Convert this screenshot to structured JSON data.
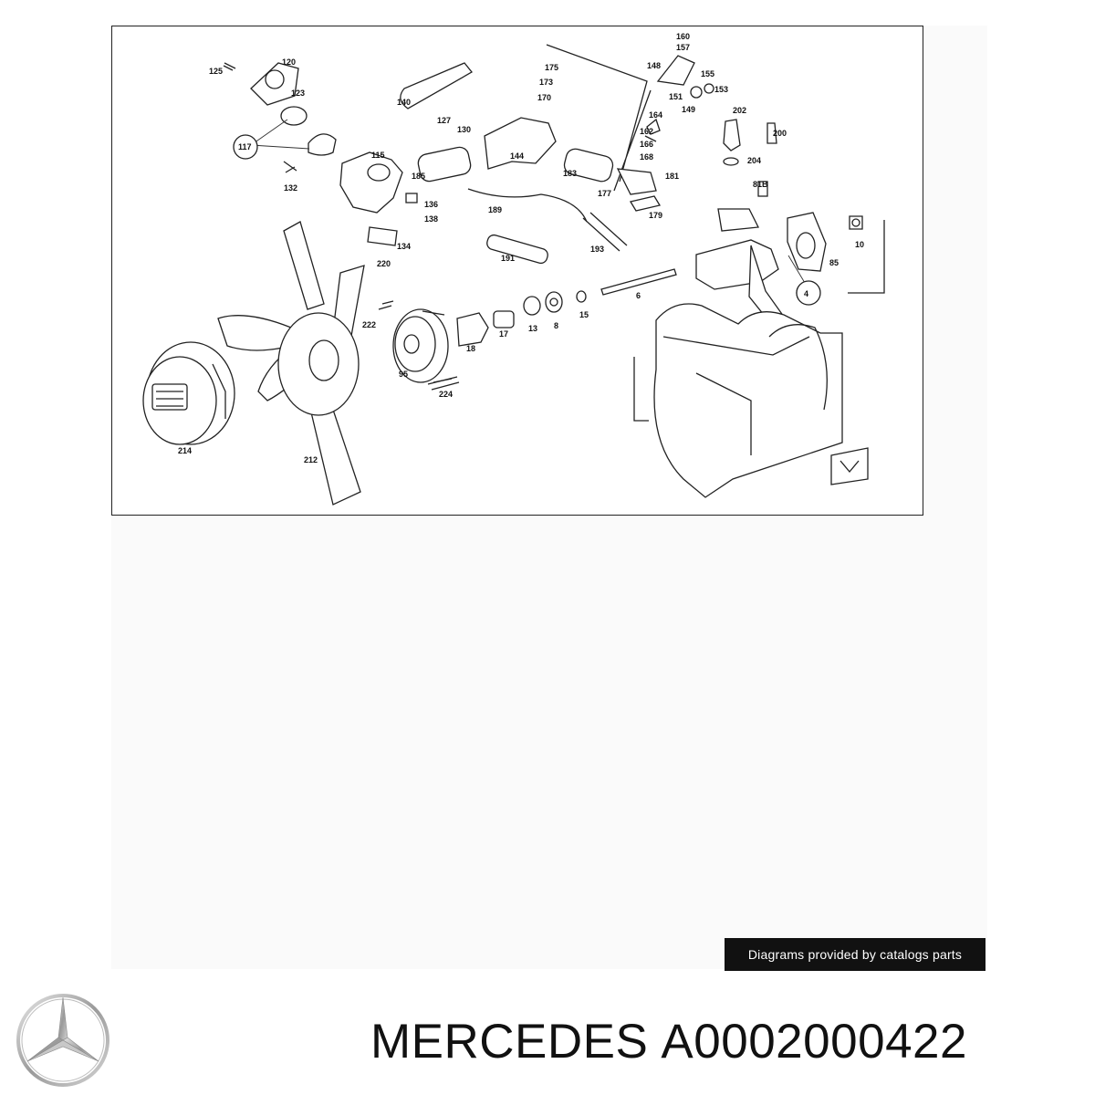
{
  "brand": "MERCEDES",
  "part_number": "A0002000422",
  "credit": "Diagrams provided by catalogs parts",
  "logo_icon": "mercedes-star-icon",
  "callouts": [
    "160",
    "157",
    "148",
    "155",
    "153",
    "151",
    "149",
    "202",
    "200",
    "125",
    "120",
    "175",
    "173",
    "170",
    "164",
    "162",
    "166",
    "168",
    "140",
    "127",
    "130",
    "144",
    "183",
    "123",
    "117",
    "115",
    "132",
    "185",
    "136",
    "138",
    "134",
    "189",
    "191",
    "177",
    "181",
    "179",
    "193",
    "204",
    "81B",
    "10",
    "85",
    "4",
    "220",
    "222",
    "6",
    "18",
    "17",
    "13",
    "8",
    "15",
    "95",
    "224",
    "214",
    "212"
  ]
}
